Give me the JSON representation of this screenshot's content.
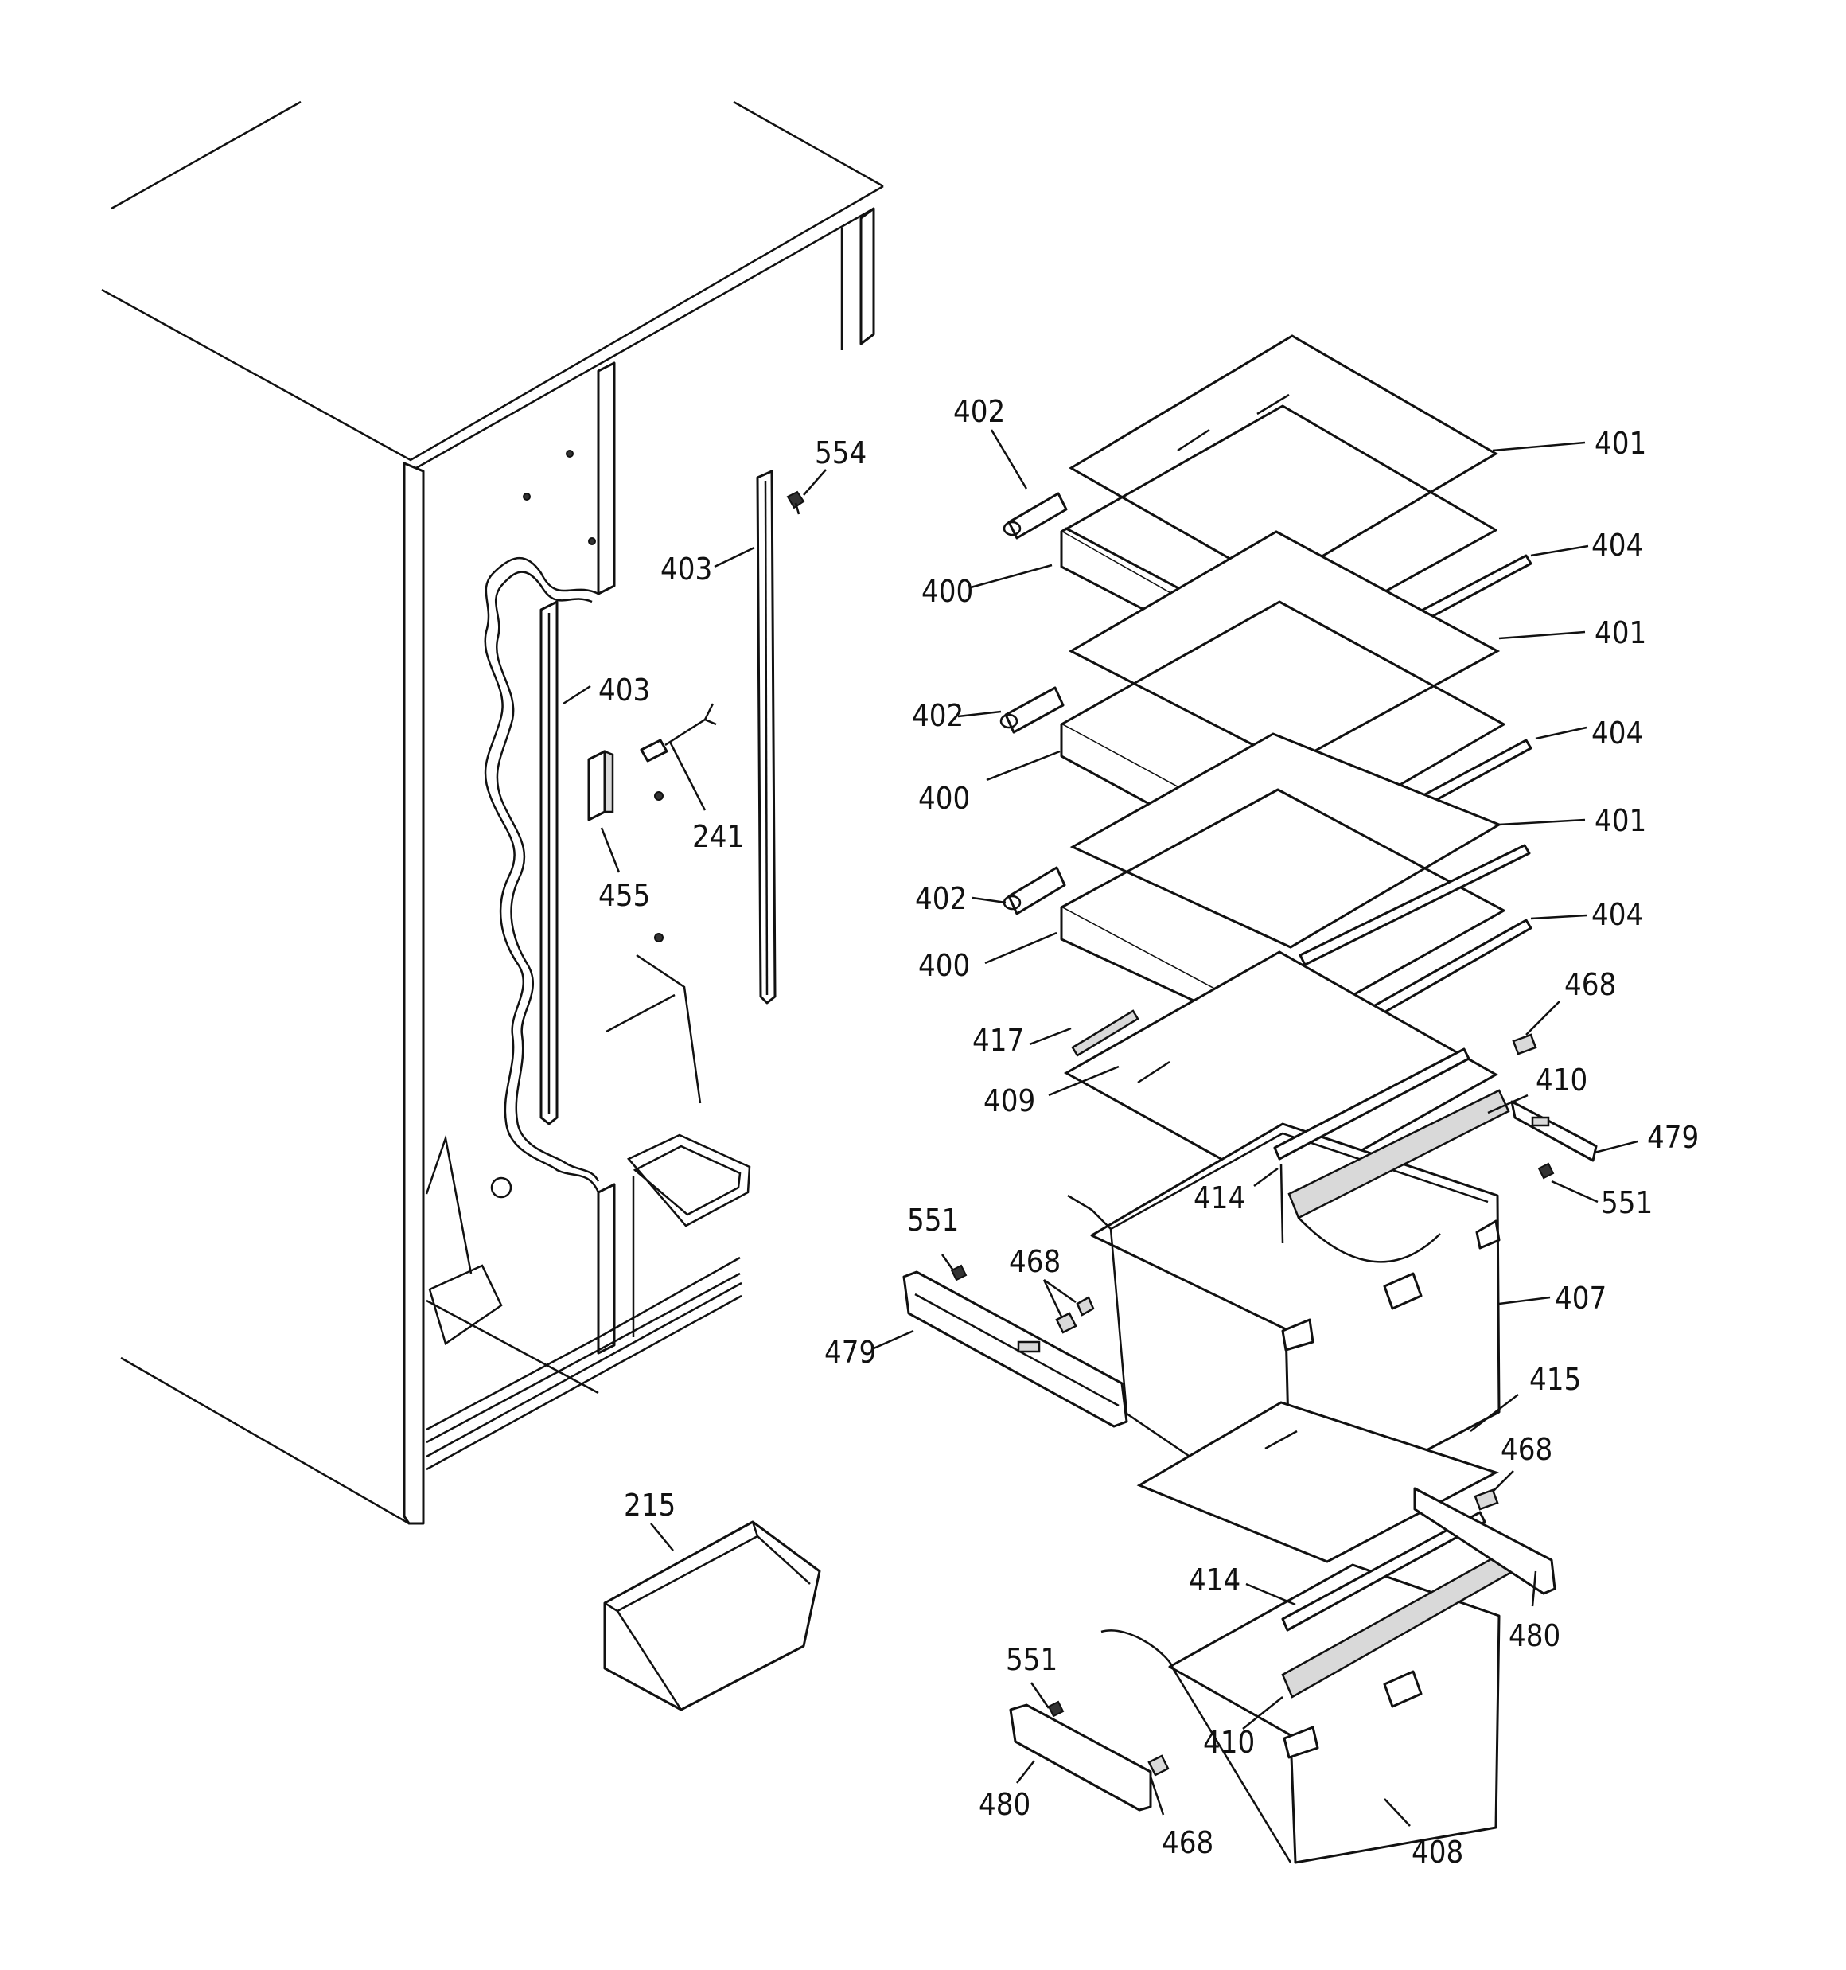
{
  "callouts": [
    {
      "id": "c-402-a",
      "text": "402"
    },
    {
      "id": "c-401-a",
      "text": "401"
    },
    {
      "id": "c-554",
      "text": "554"
    },
    {
      "id": "c-403-a",
      "text": "403"
    },
    {
      "id": "c-400-a",
      "text": "400"
    },
    {
      "id": "c-404-a",
      "text": "404"
    },
    {
      "id": "c-401-b",
      "text": "401"
    },
    {
      "id": "c-403-b",
      "text": "403"
    },
    {
      "id": "c-402-b",
      "text": "402"
    },
    {
      "id": "c-404-b",
      "text": "404"
    },
    {
      "id": "c-241",
      "text": "241"
    },
    {
      "id": "c-400-b",
      "text": "400"
    },
    {
      "id": "c-401-c",
      "text": "401"
    },
    {
      "id": "c-455",
      "text": "455"
    },
    {
      "id": "c-402-c",
      "text": "402"
    },
    {
      "id": "c-404-c",
      "text": "404"
    },
    {
      "id": "c-400-c",
      "text": "400"
    },
    {
      "id": "c-468-a",
      "text": "468"
    },
    {
      "id": "c-417",
      "text": "417"
    },
    {
      "id": "c-410-a",
      "text": "410"
    },
    {
      "id": "c-409",
      "text": "409"
    },
    {
      "id": "c-479-a",
      "text": "479"
    },
    {
      "id": "c-414-a",
      "text": "414"
    },
    {
      "id": "c-551-a",
      "text": "551"
    },
    {
      "id": "c-551-b",
      "text": "551"
    },
    {
      "id": "c-468-b",
      "text": "468"
    },
    {
      "id": "c-407",
      "text": "407"
    },
    {
      "id": "c-479-b",
      "text": "479"
    },
    {
      "id": "c-415",
      "text": "415"
    },
    {
      "id": "c-215",
      "text": "215"
    },
    {
      "id": "c-468-c",
      "text": "468"
    },
    {
      "id": "c-414-b",
      "text": "414"
    },
    {
      "id": "c-480-a",
      "text": "480"
    },
    {
      "id": "c-551-c",
      "text": "551"
    },
    {
      "id": "c-410-b",
      "text": "410"
    },
    {
      "id": "c-480-b",
      "text": "480"
    },
    {
      "id": "c-468-d",
      "text": "468"
    },
    {
      "id": "c-408",
      "text": "408"
    }
  ]
}
